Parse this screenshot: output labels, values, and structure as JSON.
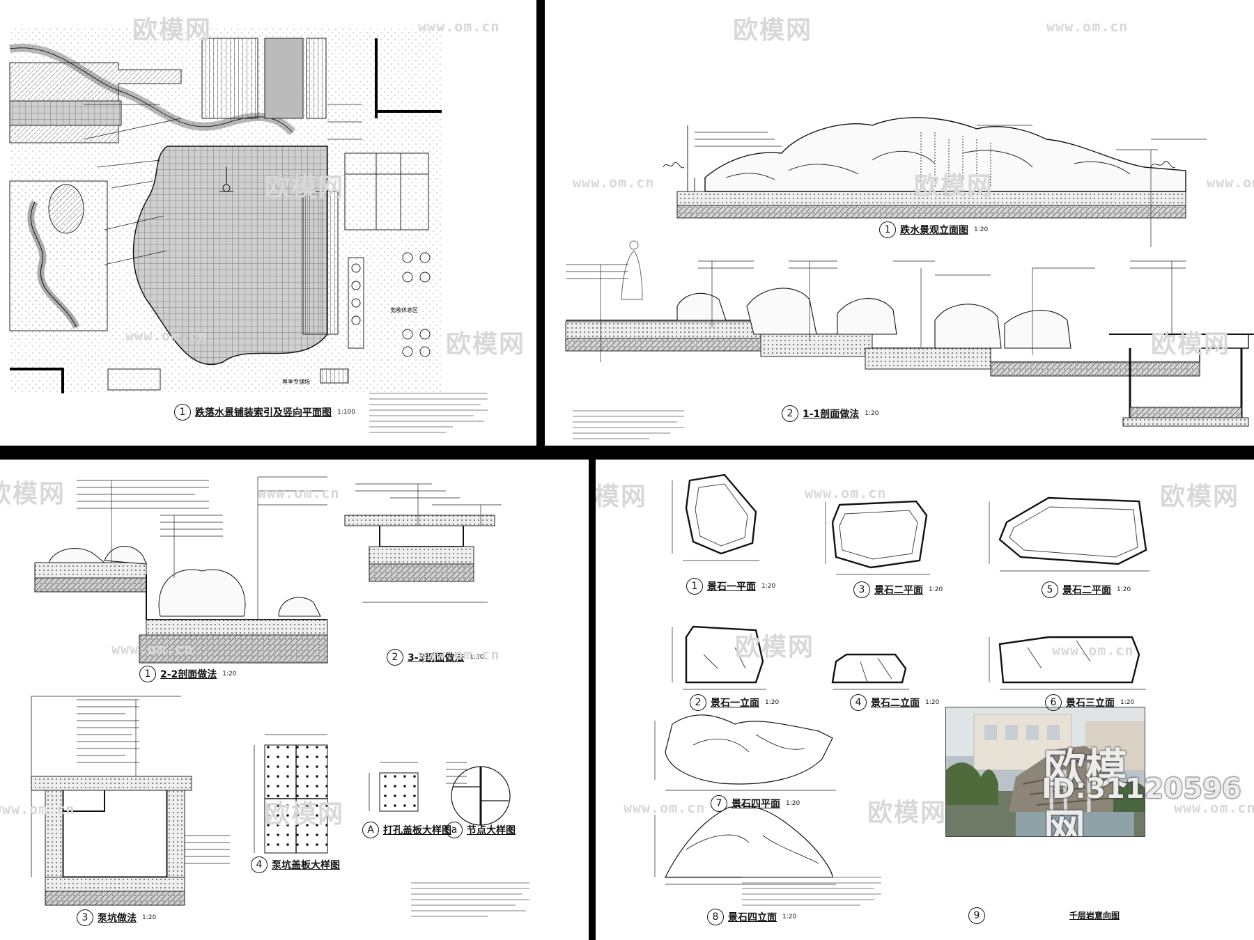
{
  "watermark": {
    "logo_text": "欧模网",
    "url_text": "www.om.cn",
    "id_label": "ID:",
    "id_value": "31120596"
  },
  "sheet1": {
    "caption": {
      "num": "1",
      "title": "跌落水景铺装索引及竖向平面图",
      "scale": "1:100"
    },
    "legend_center": "尊享专铺场",
    "legend_right": "宽敞休息区"
  },
  "sheet2": {
    "elev_caption": {
      "num": "1",
      "title": "跌水景观立面图",
      "scale": "1:20"
    },
    "section_caption": {
      "num": "2",
      "title": "1-1剖面做法",
      "scale": "1:20"
    }
  },
  "sheet3": {
    "cap1": {
      "num": "1",
      "title": "2-2剖面做法",
      "scale": "1:20"
    },
    "cap2": {
      "num": "2",
      "title": "3-3剖面做法",
      "scale": "1:20"
    },
    "cap3": {
      "num": "3",
      "title": "泵坑做法",
      "scale": "1:20"
    },
    "cap4": {
      "num": "4",
      "title": "泵坑盖板大样图",
      "scale": ""
    },
    "capA": {
      "num": "A",
      "title": "打孔盖板大样图",
      "scale": ""
    },
    "capa": {
      "num": "a",
      "title": "节点大样图",
      "scale": ""
    }
  },
  "sheet4": {
    "cap1": {
      "num": "1",
      "title": "景石一平面",
      "scale": "1:20"
    },
    "cap2": {
      "num": "2",
      "title": "景石一立面",
      "scale": "1:20"
    },
    "cap3": {
      "num": "3",
      "title": "景石二平面",
      "scale": "1:20"
    },
    "cap4": {
      "num": "4",
      "title": "景石二立面",
      "scale": "1:20"
    },
    "cap5": {
      "num": "5",
      "title": "景石二平面",
      "scale": "1:20"
    },
    "cap6": {
      "num": "6",
      "title": "景石三立面",
      "scale": "1:20"
    },
    "cap7": {
      "num": "7",
      "title": "景石四平面",
      "scale": "1:20"
    },
    "cap8": {
      "num": "8",
      "title": "景石四立面",
      "scale": "1:20"
    },
    "cap9": {
      "num": "9",
      "title": "千层岩意向图",
      "scale": ""
    }
  }
}
